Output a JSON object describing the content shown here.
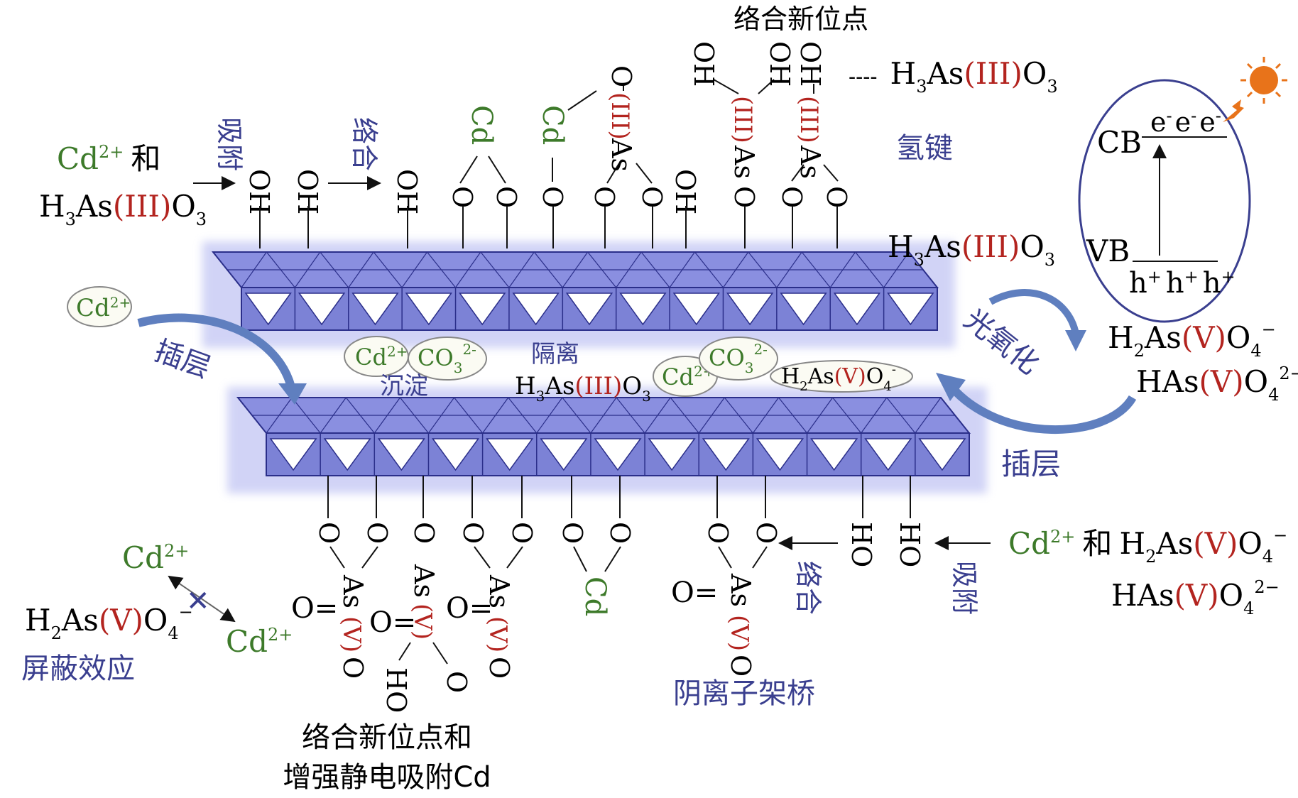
{
  "colors": {
    "black": "#111111",
    "red": "#b3241f",
    "green": "#3d7a2a",
    "navy": "#3a3f8f",
    "slab_fill": "#8a8fe0",
    "slab_edge": "#2b2f8a",
    "slab_glow": "#b9bdf2",
    "arrow_fill": "#5f7fbf",
    "sun": "#e8731a"
  },
  "icons": [
    "sun-icon",
    "curved-arrow-icon",
    "straight-arrow-icon",
    "blocked-arrow-icon"
  ],
  "left_top": {
    "cd": "Cd",
    "cd_sup": "2+",
    "he": "和",
    "h": "H",
    "h_sub": "3",
    "as": "As",
    "iii": "(III)",
    "o": "O",
    "o_sub": "3",
    "adsorb": "吸附",
    "complex": "络合"
  },
  "top_groups": {
    "oh": "OH",
    "o": "O",
    "cd": "Cd",
    "as": "As",
    "iii": "(III)"
  },
  "top_title": "络合新位点",
  "top_right_formula": {
    "dashes": "----",
    "h": "H",
    "h_sub": "3",
    "as": "As",
    "iii": "(III)",
    "o": "O",
    "o_sub": "3"
  },
  "hbond": "氢键",
  "mid_right_formula": {
    "h": "H",
    "h_sub": "3",
    "as": "As",
    "iii": "(III)",
    "o": "O",
    "o_sub": "3"
  },
  "band": {
    "cb": "CB",
    "vb": "VB",
    "e": "e",
    "e_sup": "-",
    "hp": "h",
    "hp_sup": "+"
  },
  "photo_ox": "光氧化",
  "intercalation": "插层",
  "right_ions": {
    "h2": "H",
    "h2_sub": "2",
    "as": "As",
    "v": "(V)",
    "o": "O",
    "o_sub": "4",
    "minus": "−",
    "has": "HAs",
    "two_minus": "2−"
  },
  "interlayer": {
    "cd": "Cd",
    "cd_sup": "2+",
    "co": "CO",
    "co_sub": "3",
    "co_sup": "2-",
    "precip": "沉淀",
    "isolate": "隔离",
    "h": "H",
    "h_sub": "3",
    "as": "As",
    "iii": "(III)",
    "o": "O",
    "o_sub": "3",
    "h2": "H",
    "h2_sub": "2",
    "v": "(V)",
    "o4_sub": "4",
    "o4_sup": "-"
  },
  "left_mid": {
    "cd": "Cd",
    "cd_sup": "2+",
    "intercalation": "插层"
  },
  "bottom_groups": {
    "o": "O",
    "as": "As",
    "v": "(V)",
    "ho": "HO",
    "cd": "Cd",
    "oeq": "O="
  },
  "bottom_right": {
    "cd": "Cd",
    "cd_sup": "2+",
    "he": "和",
    "adsorb": "吸附",
    "complex": "络合"
  },
  "shield": {
    "cd": "Cd",
    "cd_sup": "2+",
    "label": "屏蔽效应"
  },
  "anion_bridge": "阴离子架桥",
  "bottom_caption_1": "络合新位点和",
  "bottom_caption_2": "增强静电吸附Cd"
}
